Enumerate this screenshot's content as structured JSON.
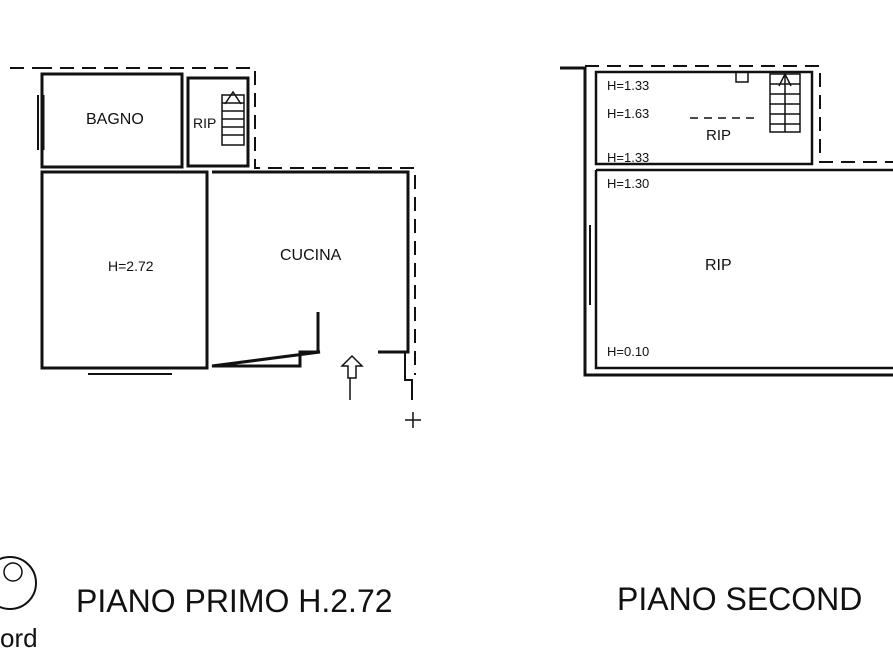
{
  "floor_one": {
    "title": "PIANO PRIMO H.2.72",
    "rooms": {
      "bagno": "BAGNO",
      "rip": "RIP",
      "main_height": "H=2.72",
      "cucina": "CUCINA"
    }
  },
  "floor_two": {
    "title": "PIANO SECOND",
    "rooms": {
      "rip_upper": "RIP",
      "rip_lower": "RIP"
    },
    "heights": {
      "h1": "H=1.33",
      "h2": "H=1.63",
      "h3": "H=1.33",
      "h4": "H=1.30",
      "h5": "H=0.10"
    }
  },
  "north": {
    "label": "ord"
  }
}
